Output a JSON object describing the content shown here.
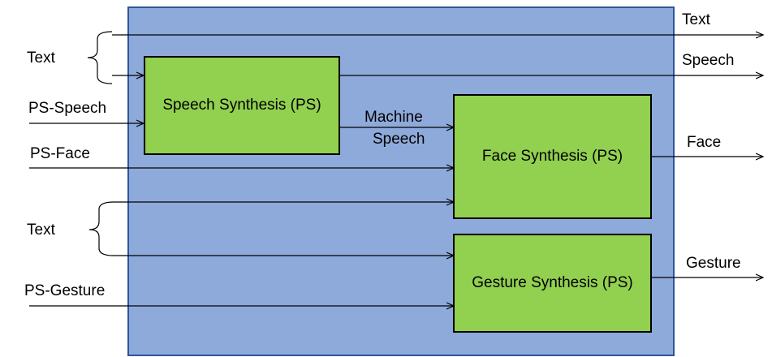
{
  "colors": {
    "container": "#8eaadb",
    "container_border": "#2f5597",
    "block": "#92d050",
    "line": "#000000"
  },
  "blocks": {
    "speech": "Speech Synthesis (PS)",
    "face": "Face Synthesis (PS)",
    "gesture": "Gesture Synthesis (PS)"
  },
  "inputs": {
    "text_top": "Text",
    "ps_speech": "PS-Speech",
    "ps_face": "PS-Face",
    "text_bottom": "Text",
    "ps_gesture": "PS-Gesture"
  },
  "intermediate": {
    "machine_speech_1": "Machine",
    "machine_speech_2": "Speech"
  },
  "outputs": {
    "text": "Text",
    "speech": "Speech",
    "face": "Face",
    "gesture": "Gesture"
  }
}
